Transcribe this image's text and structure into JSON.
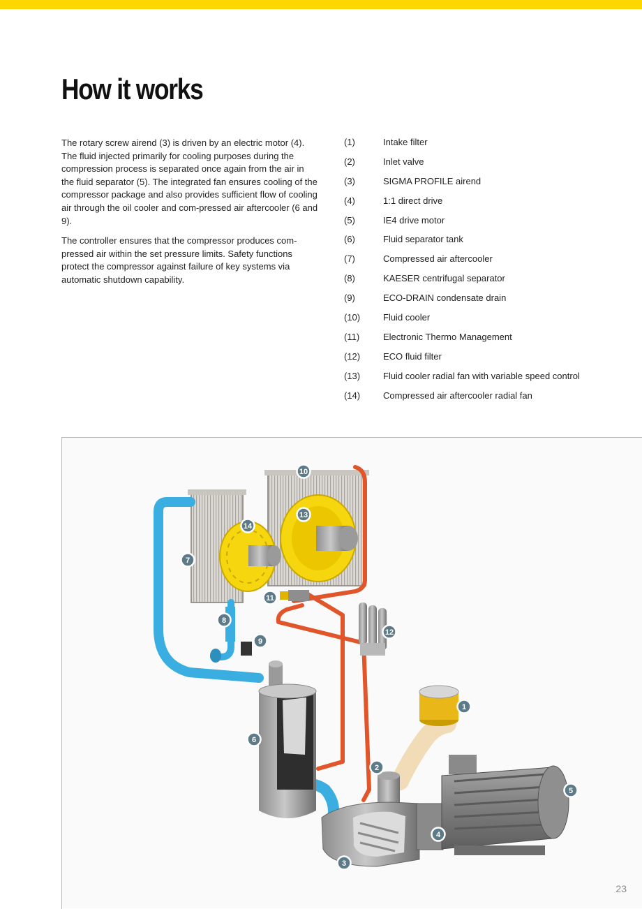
{
  "title": "How it works",
  "intro": {
    "p1": "The rotary screw airend (3) is driven by an electric motor (4). The fluid injected primarily for cooling purposes during the compression process is separated once again from the air in the fluid separator (5). The integrated fan ensures cooling of the compressor package and also provides sufficient flow of cooling air through the oil cooler and com-pressed air aftercooler (6 and 9).",
    "p2": "The controller ensures that the compressor produces com-pressed air within the set pressure limits. Safety functions protect the compressor against failure of key systems via automatic shutdown capability."
  },
  "legend": [
    {
      "num": "(1)",
      "label": "Intake filter"
    },
    {
      "num": "(2)",
      "label": "Inlet valve"
    },
    {
      "num": "(3)",
      "label": "SIGMA PROFILE airend"
    },
    {
      "num": "(4)",
      "label": "1:1 direct drive"
    },
    {
      "num": "(5)",
      "label": "IE4 drive motor"
    },
    {
      "num": "(6)",
      "label": "Fluid separator tank"
    },
    {
      "num": "(7)",
      "label": "Compressed air aftercooler"
    },
    {
      "num": "(8)",
      "label": "KAESER centrifugal separator"
    },
    {
      "num": "(9)",
      "label": "ECO-DRAIN condensate drain"
    },
    {
      "num": "(10)",
      "label": "Fluid cooler"
    },
    {
      "num": "(11)",
      "label": "Electronic Thermo Management"
    },
    {
      "num": "(12)",
      "label": "ECO fluid filter"
    },
    {
      "num": "(13)",
      "label": "Fluid cooler radial fan with variable speed control"
    },
    {
      "num": "(14)",
      "label": "Compressed air aftercooler radial fan"
    }
  ],
  "callouts": {
    "c1": "1",
    "c2": "2",
    "c3": "3",
    "c4": "4",
    "c5": "5",
    "c6": "6",
    "c7": "7",
    "c8": "8",
    "c9": "9",
    "c10": "10",
    "c11": "11",
    "c12": "12",
    "c13": "13",
    "c14": "14"
  },
  "page_number": "23",
  "colors": {
    "accent": "#ffd700",
    "callout": "#5d7a88",
    "air_pipe": "#3aaee0",
    "oil_pipe": "#e0552a",
    "fan": "#f5d60f"
  }
}
